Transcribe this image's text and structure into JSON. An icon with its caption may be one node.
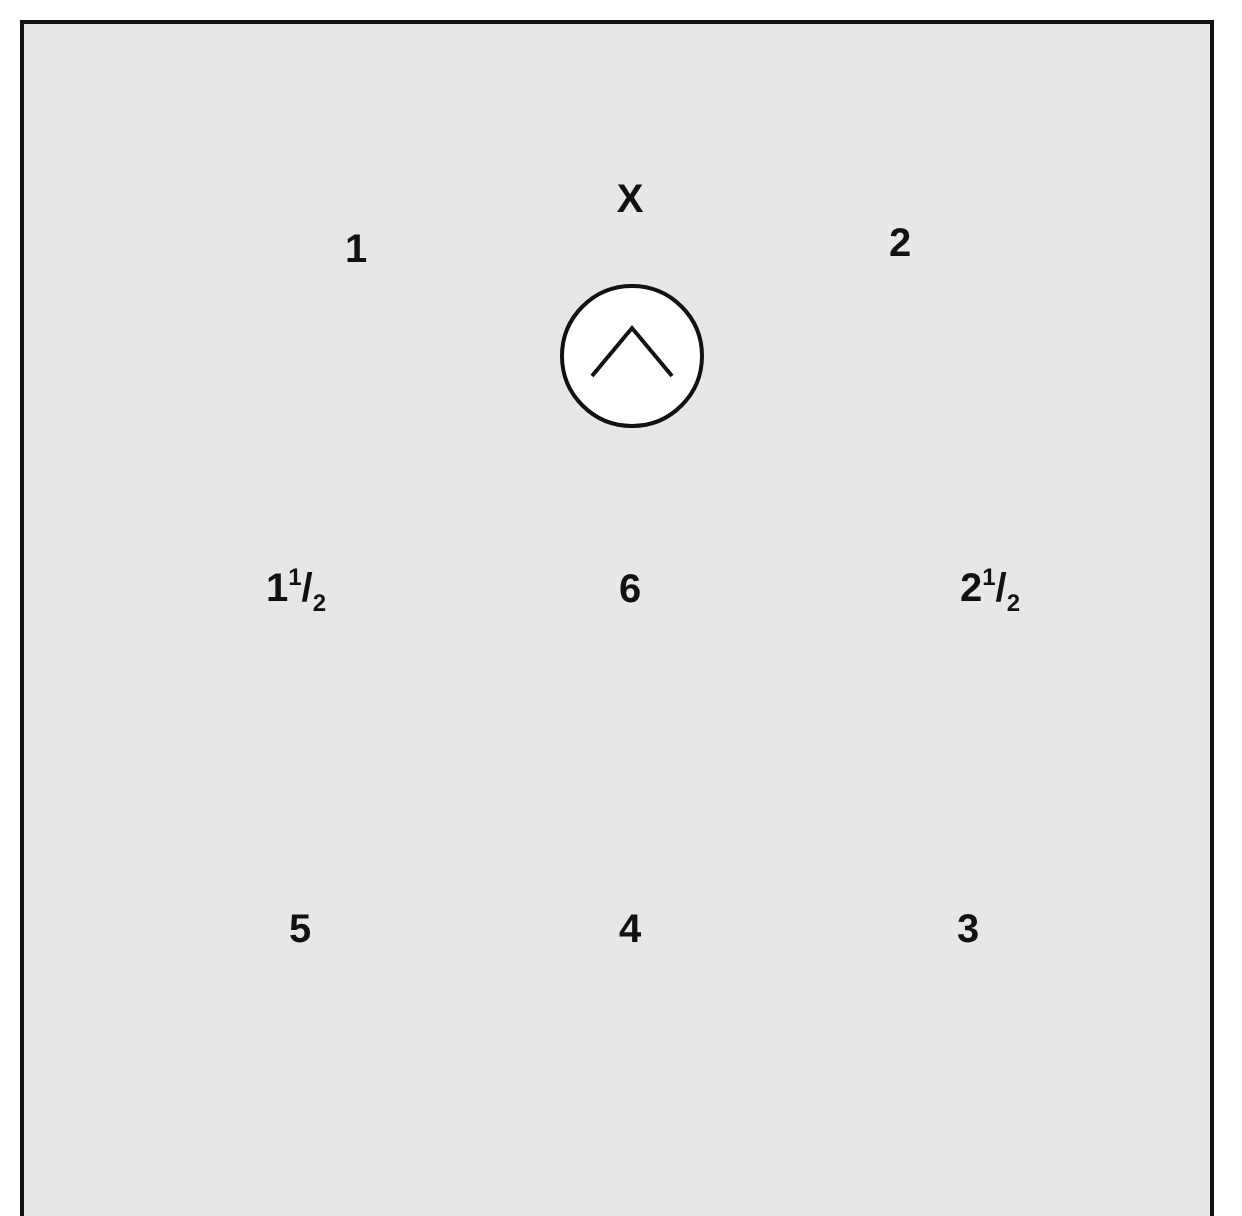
{
  "diagram": {
    "labels": [
      "X",
      "1",
      "2",
      "1$^{1}$/$_{2}$",
      "6",
      "2$^{1}$/$_{2}$",
      "5",
      "4",
      "3"
    ]
  }
}
